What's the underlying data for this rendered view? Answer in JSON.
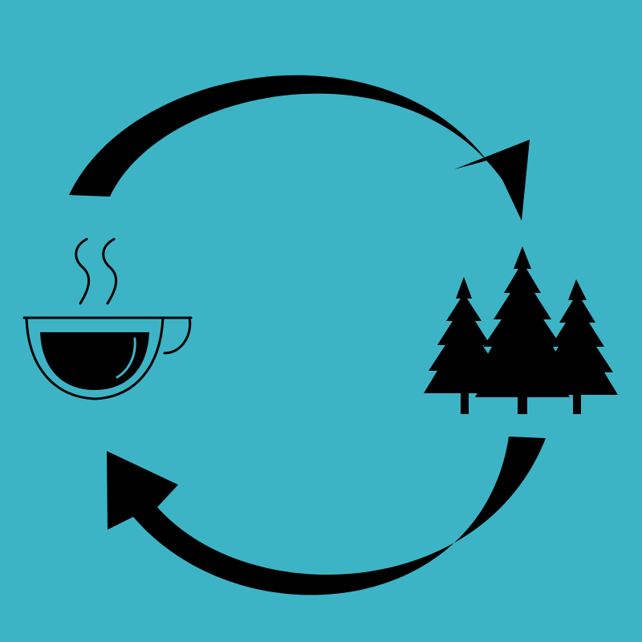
{
  "colors": {
    "background": "#3db4c5",
    "foreground": "#000000"
  },
  "nodes": [
    {
      "id": "coffee",
      "icon": "coffee-cup-icon"
    },
    {
      "id": "forest",
      "icon": "pine-trees-icon"
    }
  ],
  "edges": [
    {
      "from": "coffee",
      "to": "forest",
      "icon": "clockwise-arrow-top-icon"
    },
    {
      "from": "forest",
      "to": "coffee",
      "icon": "clockwise-arrow-bottom-icon"
    }
  ]
}
